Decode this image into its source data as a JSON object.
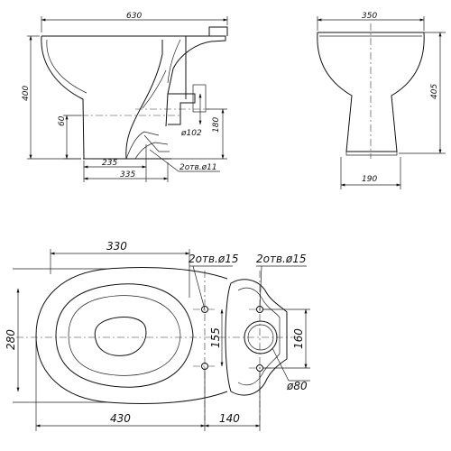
{
  "side_view": {
    "width_630": "630",
    "height_400": "400",
    "dim_60": "60",
    "dim_180": "180",
    "pipe_diameter": "ø102",
    "dim_235": "235",
    "dim_335": "335",
    "holes_note": "2отв.ø11"
  },
  "front_view": {
    "width_350": "350",
    "height_405": "405",
    "base_190": "190"
  },
  "top_view": {
    "length_330": "330",
    "holes_left": "2отв.ø15",
    "holes_right": "2отв.ø15",
    "width_280": "280",
    "spacing_155": "155",
    "spacing_160": "160",
    "outlet_80": "ø80",
    "length_430": "430",
    "length_140": "140"
  }
}
